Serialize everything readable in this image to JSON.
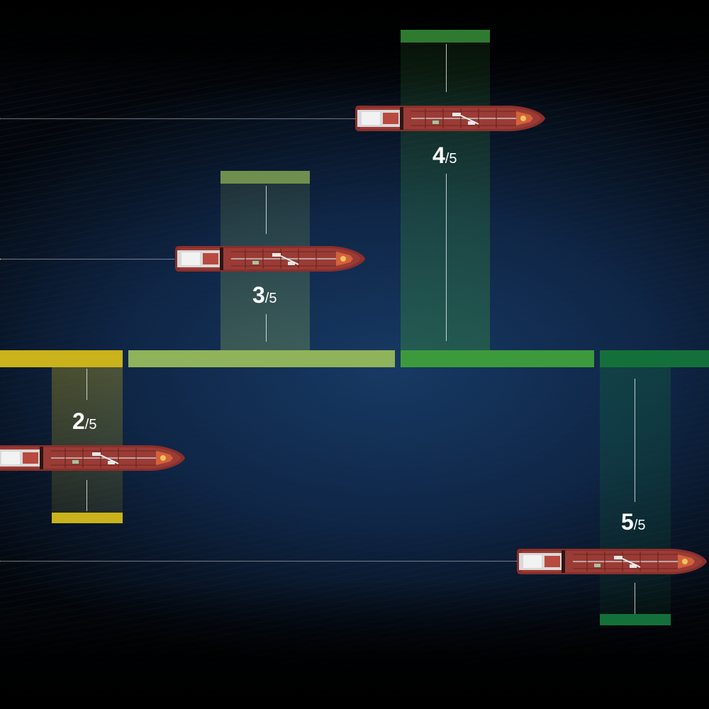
{
  "stages": [
    {
      "id": "stage-2",
      "numerator": "2",
      "denominator": "/5",
      "color": "#c9b21b"
    },
    {
      "id": "stage-3",
      "numerator": "3",
      "denominator": "/5",
      "color": "#8fb35a"
    },
    {
      "id": "stage-4",
      "numerator": "4",
      "denominator": "/5",
      "color": "#3d9a3c"
    },
    {
      "id": "stage-5",
      "numerator": "5",
      "denominator": "/5",
      "color": "#14703b"
    }
  ],
  "colors": {
    "ocean": "#1a3f6e",
    "background": "#000000",
    "ship_deck": "#8a2f2c"
  },
  "icons": {
    "ship": "tanker-ship-icon"
  }
}
